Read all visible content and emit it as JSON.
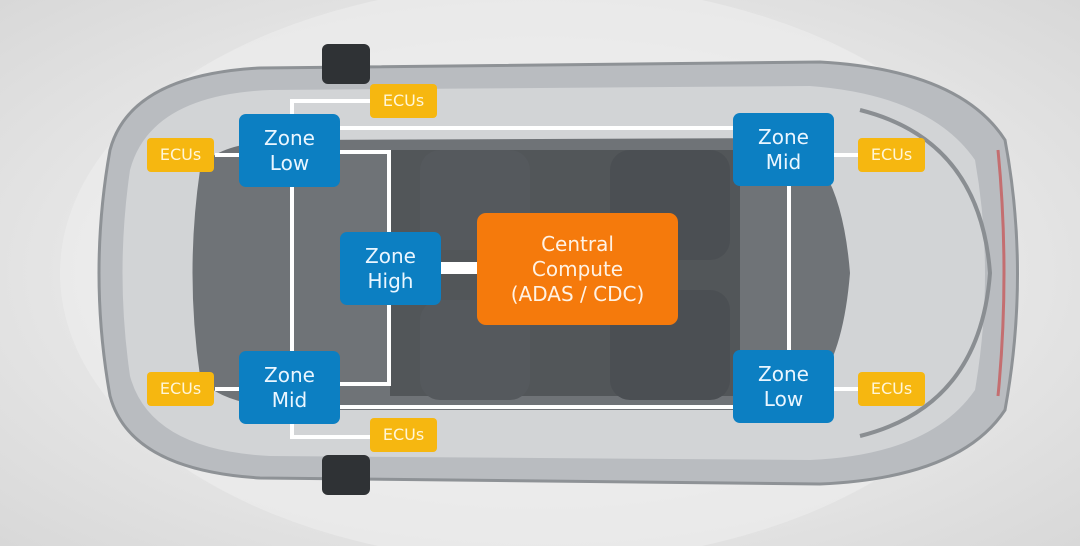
{
  "zones": {
    "top_left": {
      "line1": "Zone",
      "line2": "Low"
    },
    "top_right": {
      "line1": "Zone",
      "line2": "Mid"
    },
    "center": {
      "line1": "Zone",
      "line2": "High"
    },
    "bottom_left": {
      "line1": "Zone",
      "line2": "Mid"
    },
    "bottom_right": {
      "line1": "Zone",
      "line2": "Low"
    }
  },
  "central": {
    "line1": "Central",
    "line2": "Compute",
    "line3": "(ADAS / CDC)"
  },
  "ecus": {
    "top": "ECUs",
    "left_top": "ECUs",
    "right_top": "ECUs",
    "left_bottom": "ECUs",
    "right_bottom": "ECUs",
    "bottom": "ECUs"
  },
  "colors": {
    "zone": "#0c7fc2",
    "ecu": "#f6b710",
    "central": "#f57a0c",
    "wiring": "#ffffff"
  }
}
